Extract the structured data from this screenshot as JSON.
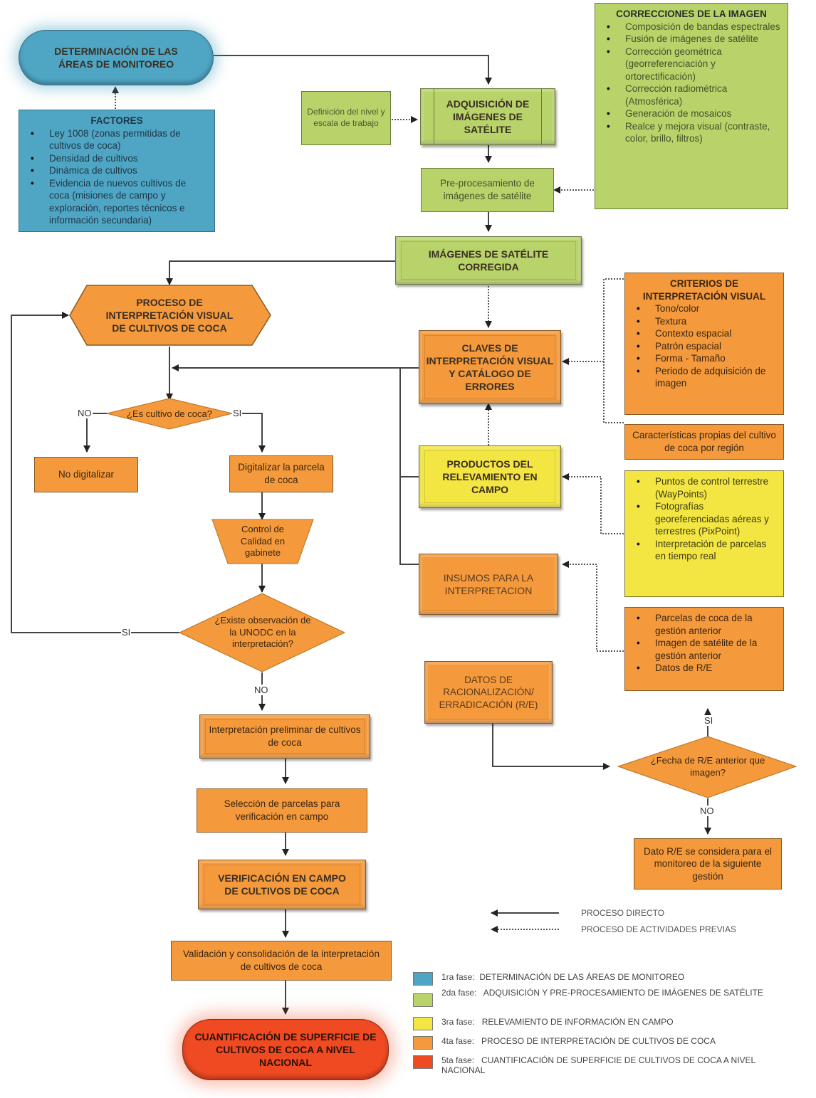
{
  "nodes": {
    "determinacion": "DETERMINACIÓN DE LAS ÁREAS DE MONITOREO",
    "factores": {
      "title": "FACTORES",
      "items": [
        "Ley 1008 (zonas permitidas de cultivos de coca)",
        "Densidad de cultivos",
        "Dinámica de cultivos",
        "Evidencia de nuevos cultivos de coca (misiones de campo y exploración, reportes técnicos e información secundaria)"
      ]
    },
    "definicion": "Definición del nivel y escala de trabajo",
    "adquisicion": "ADQUISICIÓN DE IMÁGENES DE SATÉLITE",
    "correcciones": {
      "title": "CORRECCIONES DE LA IMAGEN",
      "items": [
        "Composición de bandas espectrales",
        "Fusión de imágenes de satélite",
        "Corrección geométrica (georreferenciación y ortorectificación)",
        "Corrección radiométrica (Atmosférica)",
        "Generación de mosaicos",
        "Realce y mejora visual (contraste, color, brillo, filtros)"
      ]
    },
    "preprocesamiento": "Pre-procesamiento de imágenes de satélite",
    "imagenes_corregida": "IMÁGENES DE SATÉLITE CORREGIDA",
    "proceso_interpretacion": "PROCESO DE INTERPRETACIÓN VISUAL DE CULTIVOS DE COCA",
    "criterios": {
      "title": "CRITERIOS DE INTERPRETACIÓN VISUAL",
      "items": [
        "Tono/color",
        "Textura",
        "Contexto espacial",
        "Patrón espacial",
        "Forma - Tamaño",
        "Periodo de adquisición de imagen"
      ]
    },
    "claves": "CLAVES DE INTERPRETACIÓN VISUAL Y CATÁLOGO DE ERRORES",
    "caracteristicas": "Características propias del cultivo de coca por región",
    "es_cultivo": "¿Es cultivo de coca?",
    "no_digitalizar": "No digitalizar",
    "digitalizar": "Digitalizar la parcela de coca",
    "productos": "PRODUCTOS DEL RELEVAMIENTO EN CAMPO",
    "puntos": {
      "items": [
        "Puntos de control terrestre (WayPoints)",
        "Fotografías georeferenciadas aéreas y terrestres (PixPoint)",
        "Interpretación de parcelas  en tiempo real"
      ]
    },
    "control_calidad": "Control de Calidad en gabinete",
    "insumos": "INSUMOS PARA LA INTERPRETACION",
    "parcelas": {
      "items": [
        "Parcelas de coca de la gestión anterior",
        "Imagen de satélite de la gestión anterior",
        "Datos de R/E"
      ]
    },
    "existe_observacion": "¿Existe observación de la UNODC en la interpretación?",
    "datos_re": "DATOS DE RACIONALIZACIÓN/ ERRADICACIÓN (R/E)",
    "fecha_re": "¿Fecha de R/E anterior que imagen?",
    "interpretacion_preliminar": "Interpretación preliminar de cultivos de coca",
    "dato_re_considera": "Dato R/E se considera para el monitoreo de la siguiente gestión",
    "seleccion": "Selección de parcelas para verificación en campo",
    "verificacion": "VERIFICACIÓN EN CAMPO DE CULTIVOS DE COCA",
    "validacion": "Validación y consolidación de la interpretación de cultivos de coca",
    "cuantificacion": "CUANTIFICACIÓN DE SUPERFICIE DE CULTIVOS DE COCA A NIVEL NACIONAL"
  },
  "edge_labels": {
    "no_1": "NO",
    "si_1": "SI",
    "si_2": "SI",
    "no_2": "NO",
    "si_3": "SI",
    "no_3": "NO"
  },
  "legend": {
    "arrows": [
      {
        "label": "PROCESO DIRECTO",
        "style": "solid"
      },
      {
        "label": "PROCESO DE ACTIVIDADES PREVIAS",
        "style": "dotted"
      }
    ],
    "phases": [
      {
        "phase": "1ra fase:",
        "label": "DETERMINACIÓN DE LAS ÁREAS DE MONITOREO",
        "color": "#4fa6c4"
      },
      {
        "phase": "2da fase:",
        "label": "ADQUISICIÓN Y PRE-PROCESAMIENTO DE IMÁGENES DE SATÉLITE",
        "color": "#b9d36b"
      },
      {
        "phase": "3ra fase:",
        "label": "RELEVAMIENTO DE INFORMACIÓN EN CAMPO",
        "color": "#f3e642"
      },
      {
        "phase": "4ta fase:",
        "label": "PROCESO DE INTERPRETACIÓN DE CULTIVOS DE COCA",
        "color": "#f49a3c"
      },
      {
        "phase": "5ta fase:",
        "label": "CUANTIFICACIÓN DE SUPERFICIE DE CULTIVOS DE COCA A NIVEL NACIONAL",
        "color": "#ef4a22"
      }
    ]
  },
  "colors": {
    "phase1": "#4fa6c4",
    "phase2": "#b9d36b",
    "phase3": "#f3e642",
    "phase4": "#f49a3c",
    "phase5": "#ef4a22"
  }
}
